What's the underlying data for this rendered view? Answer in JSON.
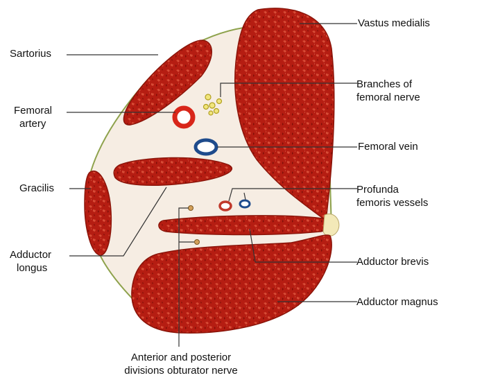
{
  "colors": {
    "muscle": "#b51d12",
    "muscle_dark": "#7e0f08",
    "muscle_light": "#e55a44",
    "background_tissue": "#f6ede3",
    "fascia_outline": "#8ea24c",
    "artery": "#d8261a",
    "vein": "#1e4b8c",
    "nerve": "#e8d84a",
    "leader_line": "#333333"
  },
  "labels": {
    "sartorius": "Sartorius",
    "femoral_artery": [
      "Femoral",
      "artery"
    ],
    "gracilis": "Gracilis",
    "adductor_longus": [
      "Adductor",
      "longus"
    ],
    "vastus_medialis": "Vastus medialis",
    "femoral_nerve": [
      "Branches of",
      "femoral nerve"
    ],
    "femoral_vein": "Femoral vein",
    "profunda": [
      "Profunda",
      "femoris vessels"
    ],
    "adductor_brevis": "Adductor brevis",
    "adductor_magnus": "Adductor magnus",
    "obturator": [
      "Anterior and posterior",
      "divisions obturator nerve"
    ]
  }
}
